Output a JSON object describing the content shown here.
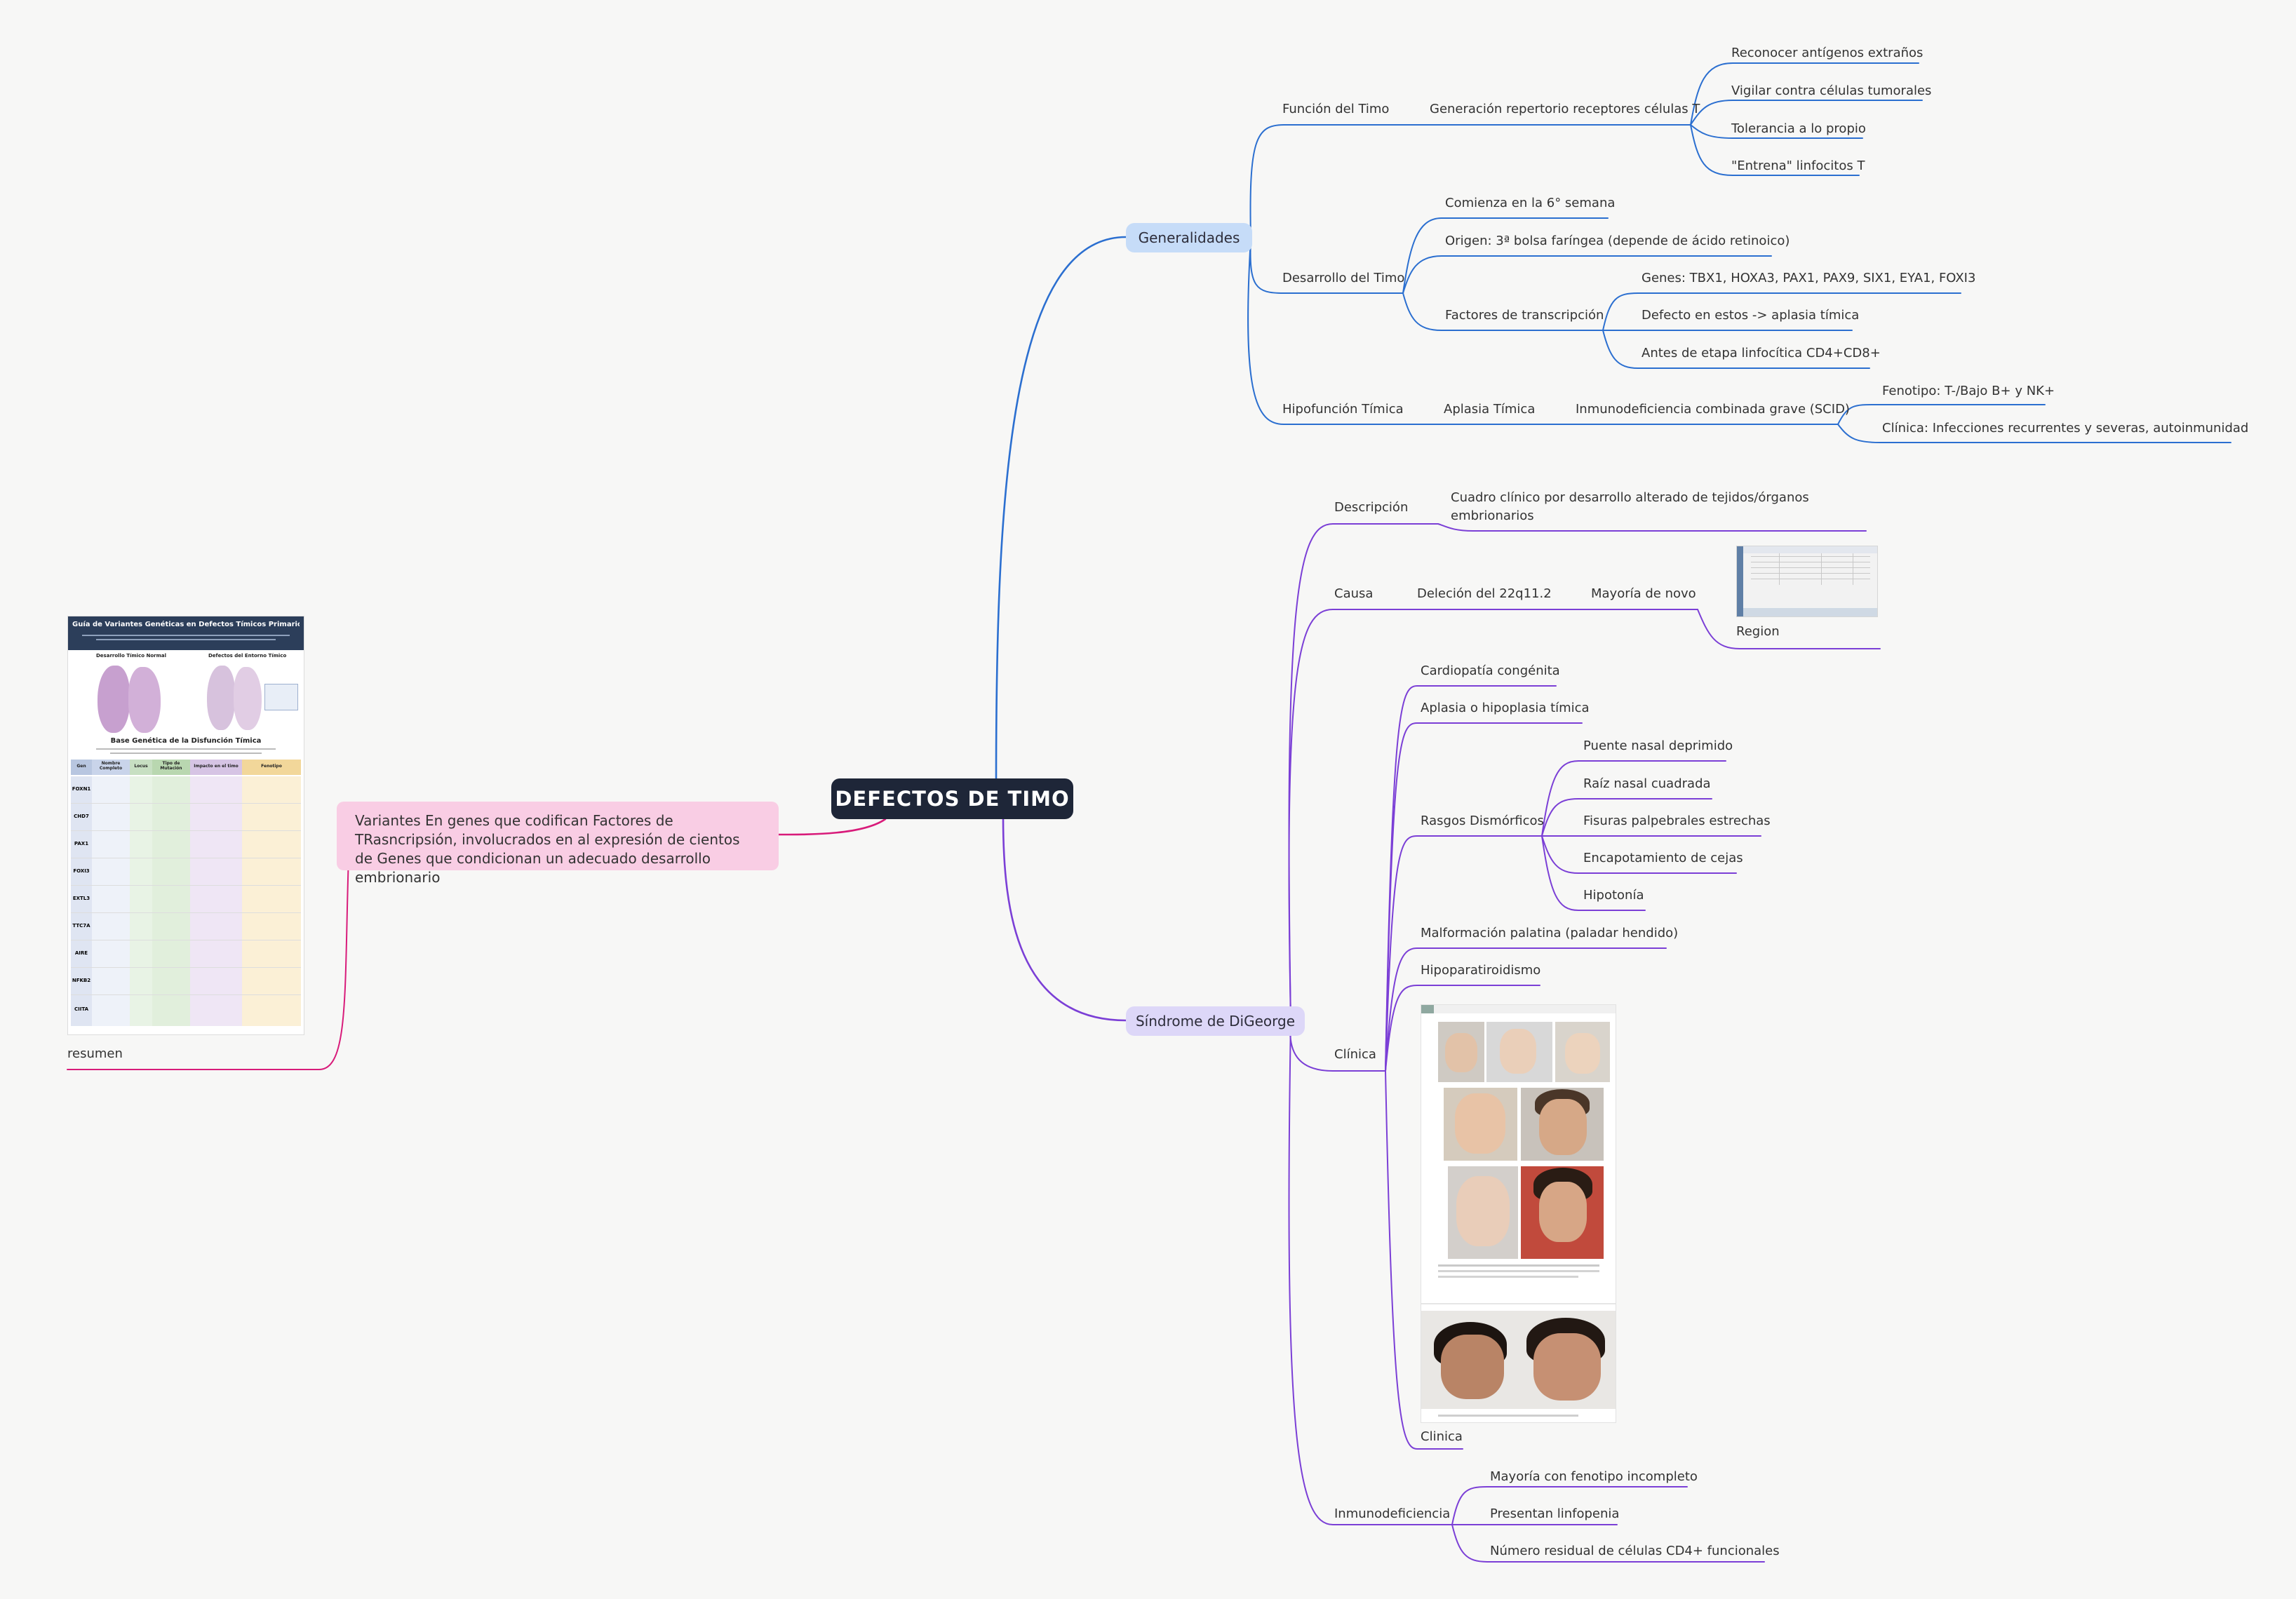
{
  "root": "DEFECTOS DE TIMO",
  "generalidades": {
    "label": "Generalidades",
    "funcion": {
      "label": "Función del Timo",
      "generacion": "Generación repertorio receptores células T",
      "items": [
        "Reconocer antígenos extraños",
        "Vigilar contra células tumorales",
        "Tolerancia a lo propio",
        "\"Entrena\" linfocitos T"
      ]
    },
    "desarrollo": {
      "label": "Desarrollo del Timo",
      "semana": "Comienza en la 6° semana",
      "origen": "Origen: 3ª bolsa faríngea (depende de ácido retinoico)",
      "factores": "Factores de transcripción",
      "factores_items": [
        "Genes: TBX1, HOXA3, PAX1, PAX9, SIX1, EYA1, FOXI3",
        "Defecto en estos -> aplasia tímica",
        "Antes de etapa linfocítica CD4+CD8+"
      ]
    },
    "hipofuncion": {
      "label": "Hipofunción Tímica",
      "aplasia": "Aplasia Tímica",
      "scid": "Inmunodeficiencia combinada grave (SCID)",
      "items": [
        "Fenotipo: T-/Bajo B+ y NK+",
        "Clínica: Infecciones recurrentes y severas, autoinmunidad"
      ]
    }
  },
  "digeorge": {
    "label": "Síndrome de DiGeorge",
    "descripcion": {
      "label": "Descripción",
      "text": "Cuadro clínico por desarrollo alterado de tejidos/órganos embrionarios"
    },
    "causa": {
      "label": "Causa",
      "delecion": "Deleción del 22q11.2",
      "mayoria": "Mayoría de novo",
      "image_caption": "Region"
    },
    "clinica": {
      "label": "Clínica",
      "cardiopatia": "Cardiopatía congénita",
      "aplasia": "Aplasia o hipoplasia tímica",
      "rasgos": "Rasgos Dismórficos",
      "rasgos_items": [
        "Puente nasal deprimido",
        "Raíz nasal cuadrada",
        "Fisuras palpebrales estrechas",
        "Encapotamiento de cejas",
        "Hipotonía"
      ],
      "malformacion": "Malformación palatina (paladar hendido)",
      "hipopara": "Hipoparatiroidismo",
      "image_caption": "Clinica"
    },
    "inmuno": {
      "label": "Inmunodeficiencia",
      "items": [
        "Mayoría con fenotipo incompleto",
        "Presentan linfopenia",
        "Número residual de células CD4+ funcionales"
      ]
    }
  },
  "variantes": {
    "text": "Variantes En genes que codifican Factores de TRasncripsión, involucrados en al expresión de cientos de Genes que condicionan un adecuado desarrollo embrionario",
    "image_caption": "resumen"
  },
  "infographic": {
    "title": "Guía de Variantes Genéticas en Defectos Tímicos Primarios",
    "col_left": "Desarrollo Tímico Normal",
    "col_right": "Defectos del Entorno Tímico",
    "table_title": "Base Genética de la Disfunción Tímica",
    "headers": [
      "Gen",
      "Nombre Completo",
      "Locus",
      "Tipo de Mutación",
      "Impacto en el timo",
      "Fenotipo"
    ],
    "genes": [
      "FOXN1",
      "CHD7",
      "PAX1",
      "FOXI3",
      "EXTL3",
      "TTC7A",
      "AIRE",
      "NFKB2",
      "CIITA"
    ]
  },
  "colors": {
    "generalidades": "#2b6fd0",
    "digeorge": "#7b3fd6",
    "variantes": "#d81b7a",
    "root": "#1e2638"
  }
}
